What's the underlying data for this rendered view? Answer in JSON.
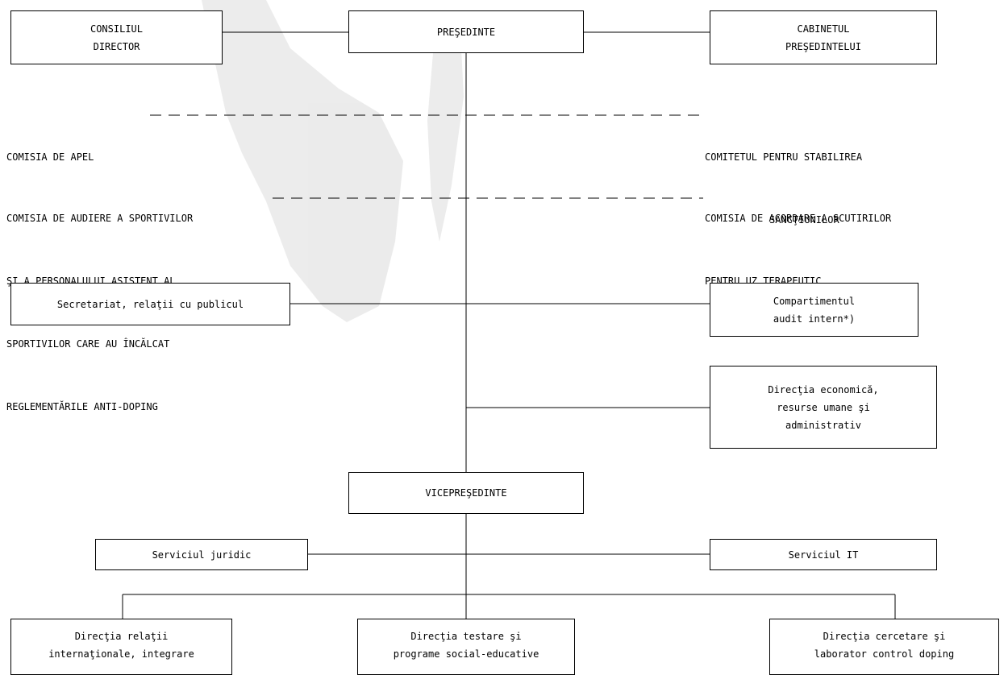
{
  "nodes": {
    "presedinte": [
      "PREŞEDINTE"
    ],
    "consiliul_director": [
      "CONSILIUL",
      "DIRECTOR"
    ],
    "cabinetul": [
      "CABINETUL",
      "PREŞEDINTELUI"
    ],
    "comisia_apel": [
      "COMISIA DE APEL"
    ],
    "comitetul_sanctiuni": [
      "COMITETUL PENTRU STABILIREA",
      "SANCŢIUNILOR"
    ],
    "comisia_audiere": [
      "COMISIA DE AUDIERE A SPORTIVILOR",
      "ŞI A PERSONALULUI ASISTENT AL",
      "SPORTIVILOR CARE AU ÎNCĂLCAT",
      "REGLEMENTĂRILE ANTI-DOPING"
    ],
    "comisia_scutiri": [
      "COMISIA DE ACORDARE A SCUTIRILOR",
      "PENTRU UZ TERAPEUTIC"
    ],
    "secretariat": [
      "Secretariat, relaţii cu publicul"
    ],
    "audit": [
      "Compartimentul",
      "audit intern*)"
    ],
    "directia_economica": [
      "Direcţia economică,",
      "resurse umane şi",
      "administrativ"
    ],
    "vicepresedinte": [
      "VICEPREŞEDINTE"
    ],
    "juridic": [
      "Serviciul juridic"
    ],
    "it": [
      "Serviciul IT"
    ],
    "relatii_internationale": [
      "Direcţia relaţii",
      "internaţionale, integrare"
    ],
    "testare": [
      "Direcţia testare şi",
      "programe social-educative"
    ],
    "cercetare": [
      "Direcţia cercetare şi",
      "laborator control doping"
    ]
  },
  "colors": {
    "line": "#000000",
    "background": "#ffffff",
    "watermark": "#d6d6d6"
  }
}
